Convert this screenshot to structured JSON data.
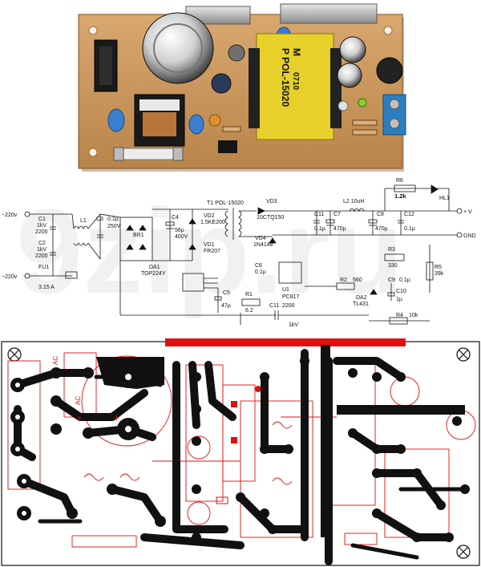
{
  "board_photo": {
    "transformer_label": [
      "P POL-15020",
      "M",
      "0710"
    ],
    "fuse_label": "",
    "terminal_colors": "#2a7fc0"
  },
  "schematic": {
    "input_top": "~220v",
    "input_bottom": "~220v",
    "output_plus": "+ V",
    "output_gnd": "GND",
    "c1": [
      "C1",
      "1kV",
      "2200"
    ],
    "c2": [
      "C2",
      "1kV",
      "2200"
    ],
    "fu1": [
      "FU1",
      "3.15 A"
    ],
    "l1": "L1",
    "c3": [
      "C3",
      "0.1µ",
      "250V"
    ],
    "br1": "BR1",
    "c4": [
      "C4",
      "56µ",
      "400V"
    ],
    "vd2": [
      "VD2",
      "1.5KE200"
    ],
    "vd1": [
      "VD1",
      "FR207"
    ],
    "t1": "T1  POL-15020",
    "vd3": [
      "VD3",
      "10CTQ150"
    ],
    "vd4": [
      "VD4",
      "1N4148"
    ],
    "c6": [
      "C6",
      "0.1µ"
    ],
    "da1": [
      "DA1",
      "TOP224Y"
    ],
    "c5": [
      "C5",
      "47µ"
    ],
    "r1": [
      "R1",
      "6.2"
    ],
    "c11": [
      "C11",
      "2200",
      "1kV"
    ],
    "u1": [
      "U1",
      "PC817"
    ],
    "c1b": [
      "C11",
      "0.1µ"
    ],
    "c7": [
      "C7",
      "470µ"
    ],
    "l2": "L2 10uH",
    "c8": [
      "C8",
      "470µ"
    ],
    "c12": [
      "C12",
      "0.1µ"
    ],
    "r6": [
      "R6",
      "1.2k"
    ],
    "hl1": "HL1",
    "r3": [
      "R3",
      "330"
    ],
    "r5": [
      "R5",
      "39k"
    ],
    "r2": [
      "R2",
      "560"
    ],
    "c9": [
      "C9",
      "0.1µ"
    ],
    "c10": [
      "C10",
      "1µ"
    ],
    "da2": [
      "DA2",
      "TL431"
    ],
    "r4": [
      "R4",
      "10k"
    ],
    "watermark": "9zip.ru"
  },
  "pcb": {
    "ac_label_1": "AC",
    "ac_label_2": "AC",
    "plus_1": "+",
    "plus_2": "+"
  },
  "colors": {
    "pcb_board": "#c8955a",
    "copper_trace": "#111111",
    "silkscreen": "#e01010"
  }
}
